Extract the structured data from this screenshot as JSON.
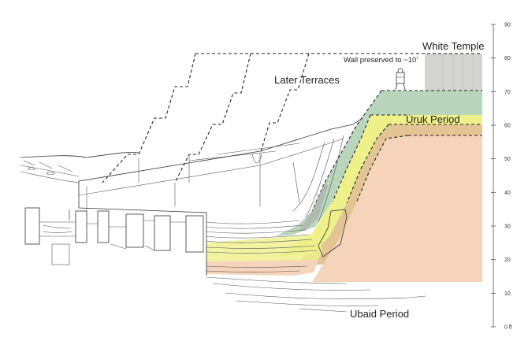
{
  "labels": {
    "white_temple": "White Temple",
    "wall_note": "Wall preserved to ~10'",
    "later_terraces": "Later Terraces",
    "uruk_period": "Uruk Period",
    "ubaid_period": "Ubaid Period"
  },
  "scale": {
    "ticks": [
      "90",
      "80",
      "70",
      "60",
      "50",
      "40",
      "30",
      "20",
      "10",
      "0 ft"
    ]
  },
  "colors": {
    "green_layer": "#b9d6bd",
    "yellow_layer": "#eef08a",
    "tan_layer": "#e3c494",
    "peach_layer": "#f6d3bb",
    "temple_grey": "#d4d4d1"
  }
}
